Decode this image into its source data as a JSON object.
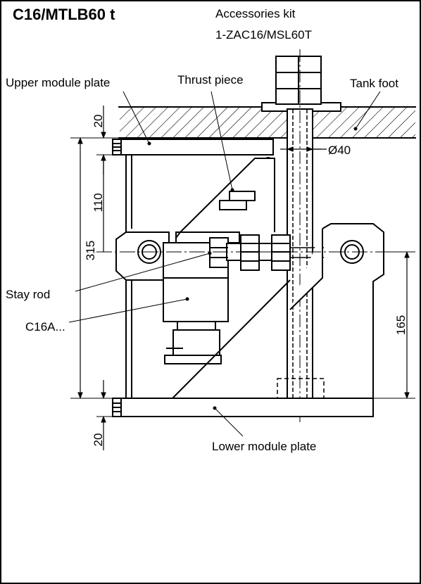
{
  "title": "C16/MTLB60 t",
  "labels": {
    "accessories_line1": "Accessories kit",
    "accessories_line2": "1-ZAC16/MSL60T",
    "upper_module_plate": "Upper  module plate",
    "thrust_piece": "Thrust piece",
    "tank_foot": "Tank foot",
    "diameter": "Ø40",
    "stay_rod": "Stay rod",
    "load_cell": "C16A...",
    "lower_module_plate": "Lower module plate"
  },
  "dimensions": {
    "top_plate": "20",
    "upper_gap": "110",
    "total_height": "315",
    "right_height": "165",
    "bottom_plate": "20"
  },
  "colors": {
    "line": "#000000",
    "hatch": "#000000",
    "background": "#ffffff"
  }
}
